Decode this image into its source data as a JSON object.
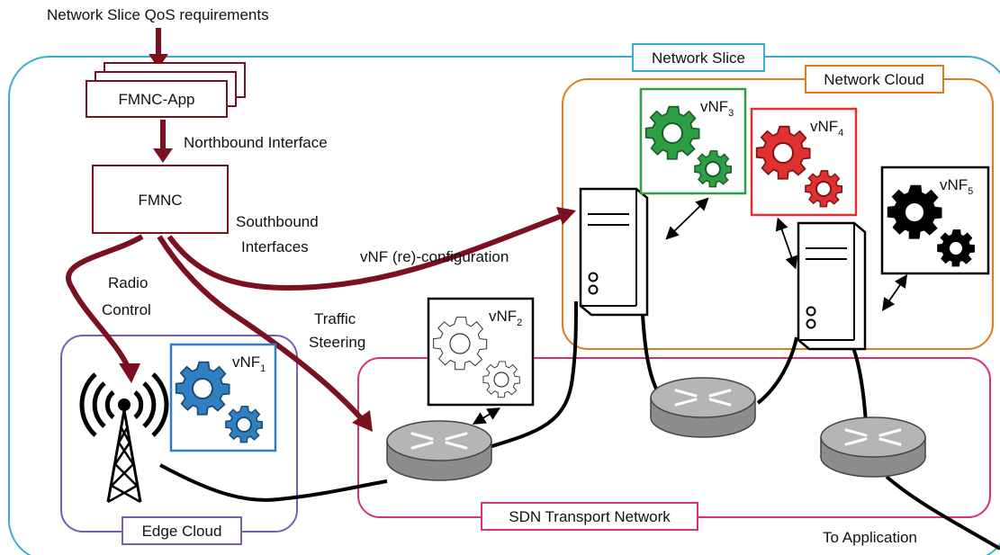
{
  "header": {
    "qos_requirements": "Network Slice QoS requirements"
  },
  "regions": {
    "network_slice": {
      "label": "Network Slice",
      "color": "#3aaec8"
    },
    "network_cloud": {
      "label": "Network Cloud",
      "color": "#e07a1f"
    },
    "edge_cloud": {
      "label": "Edge Cloud",
      "color": "#7a5fb0"
    },
    "sdn_transport": {
      "label": "SDN Transport Network",
      "color": "#d6307a"
    }
  },
  "controller": {
    "app_label": "FMNC-App",
    "fmnc_label": "FMNC",
    "color": "#7a1020",
    "northbound": "Northbound Interface",
    "southbound_line1": "Southbound",
    "southbound_line2": "Interfaces"
  },
  "flows": {
    "radio_control_line1": "Radio",
    "radio_control_line2": "Control",
    "traffic_steering_line1": "Traffic",
    "traffic_steering_line2": "Steering",
    "vnf_reconfig": "vNF (re)-configuration",
    "to_application": "To Application"
  },
  "vnfs": [
    {
      "base": "vNF",
      "sub": "1",
      "color": "#2f7fc1"
    },
    {
      "base": "vNF",
      "sub": "2",
      "color": "#ffffff"
    },
    {
      "base": "vNF",
      "sub": "3",
      "color": "#2e9e44"
    },
    {
      "base": "vNF",
      "sub": "4",
      "color": "#e03030"
    },
    {
      "base": "vNF",
      "sub": "5",
      "color": "#000000"
    }
  ],
  "icons": [
    "radio-tower-icon",
    "server-icon",
    "router-icon",
    "gear-icon"
  ]
}
